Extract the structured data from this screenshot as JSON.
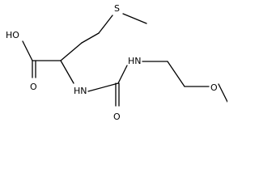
{
  "molecule": {
    "atoms": {
      "hydroxyl": "HO",
      "carbonyl_oxygen_acid": "O",
      "sulfur": "S",
      "amine_nh_alpha": "HN",
      "amine_nh_urea": "HN",
      "carbonyl_oxygen_urea": "O",
      "ether_oxygen": "O"
    }
  }
}
